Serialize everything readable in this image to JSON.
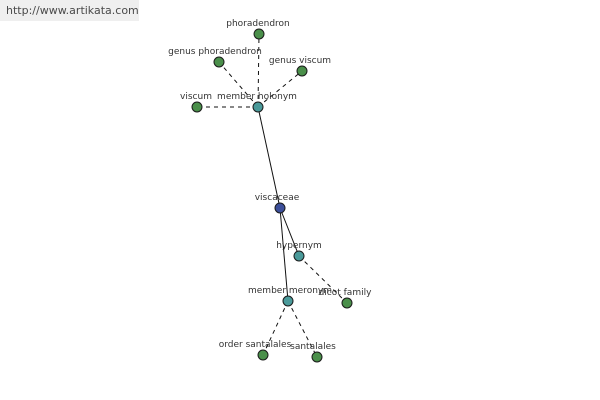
{
  "watermark": "http://www.artikata.com",
  "colors": {
    "leaf": "#4a8f4a",
    "relation": "#4a9a9a",
    "center": "#3c4f9a"
  },
  "nodes": [
    {
      "id": "viscaceae",
      "label": "viscaceae",
      "kind": "center"
    },
    {
      "id": "member-holonym",
      "label": "member holonym",
      "kind": "relation"
    },
    {
      "id": "hypernym",
      "label": "hypernym",
      "kind": "relation"
    },
    {
      "id": "member-meronym",
      "label": "member meronym",
      "kind": "relation"
    },
    {
      "id": "phoradendron",
      "label": "phoradendron",
      "kind": "leaf"
    },
    {
      "id": "genus-phoradendron",
      "label": "genus phoradendron",
      "kind": "leaf"
    },
    {
      "id": "genus-viscum",
      "label": "genus viscum",
      "kind": "leaf"
    },
    {
      "id": "viscum",
      "label": "viscum",
      "kind": "leaf"
    },
    {
      "id": "dicot-family",
      "label": "dicot family",
      "kind": "leaf"
    },
    {
      "id": "order-santalales",
      "label": "order santalales",
      "kind": "leaf"
    },
    {
      "id": "santalales",
      "label": "santalales",
      "kind": "leaf"
    }
  ],
  "edges": [
    {
      "from": "viscaceae",
      "to": "member-holonym",
      "style": "solid"
    },
    {
      "from": "viscaceae",
      "to": "hypernym",
      "style": "solid"
    },
    {
      "from": "viscaceae",
      "to": "member-meronym",
      "style": "solid"
    },
    {
      "from": "member-holonym",
      "to": "phoradendron",
      "style": "dashed"
    },
    {
      "from": "member-holonym",
      "to": "genus-phoradendron",
      "style": "dashed"
    },
    {
      "from": "member-holonym",
      "to": "genus-viscum",
      "style": "dashed"
    },
    {
      "from": "member-holonym",
      "to": "viscum",
      "style": "dashed"
    },
    {
      "from": "hypernym",
      "to": "dicot-family",
      "style": "dashed"
    },
    {
      "from": "member-meronym",
      "to": "order-santalales",
      "style": "dashed"
    },
    {
      "from": "member-meronym",
      "to": "santalales",
      "style": "dashed"
    }
  ]
}
